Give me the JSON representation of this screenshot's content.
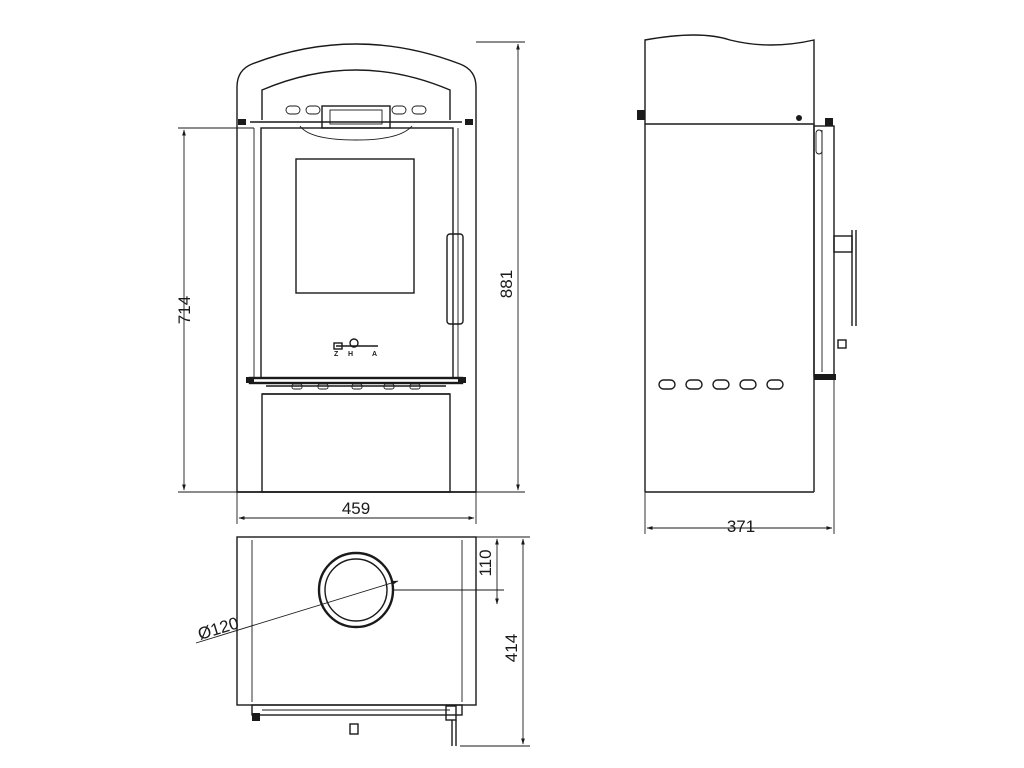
{
  "dimensions": {
    "front_height_total": "881",
    "front_height_door": "714",
    "front_width": "459",
    "side_depth": "371",
    "top_flue_offset": "110",
    "top_depth": "414",
    "flue_diameter": "Ø120"
  },
  "controls": {
    "air_label_left": "Z",
    "air_label_mid": "H",
    "air_label_right": "A"
  },
  "colors": {
    "stroke": "#1a1a1a",
    "background": "#ffffff"
  }
}
